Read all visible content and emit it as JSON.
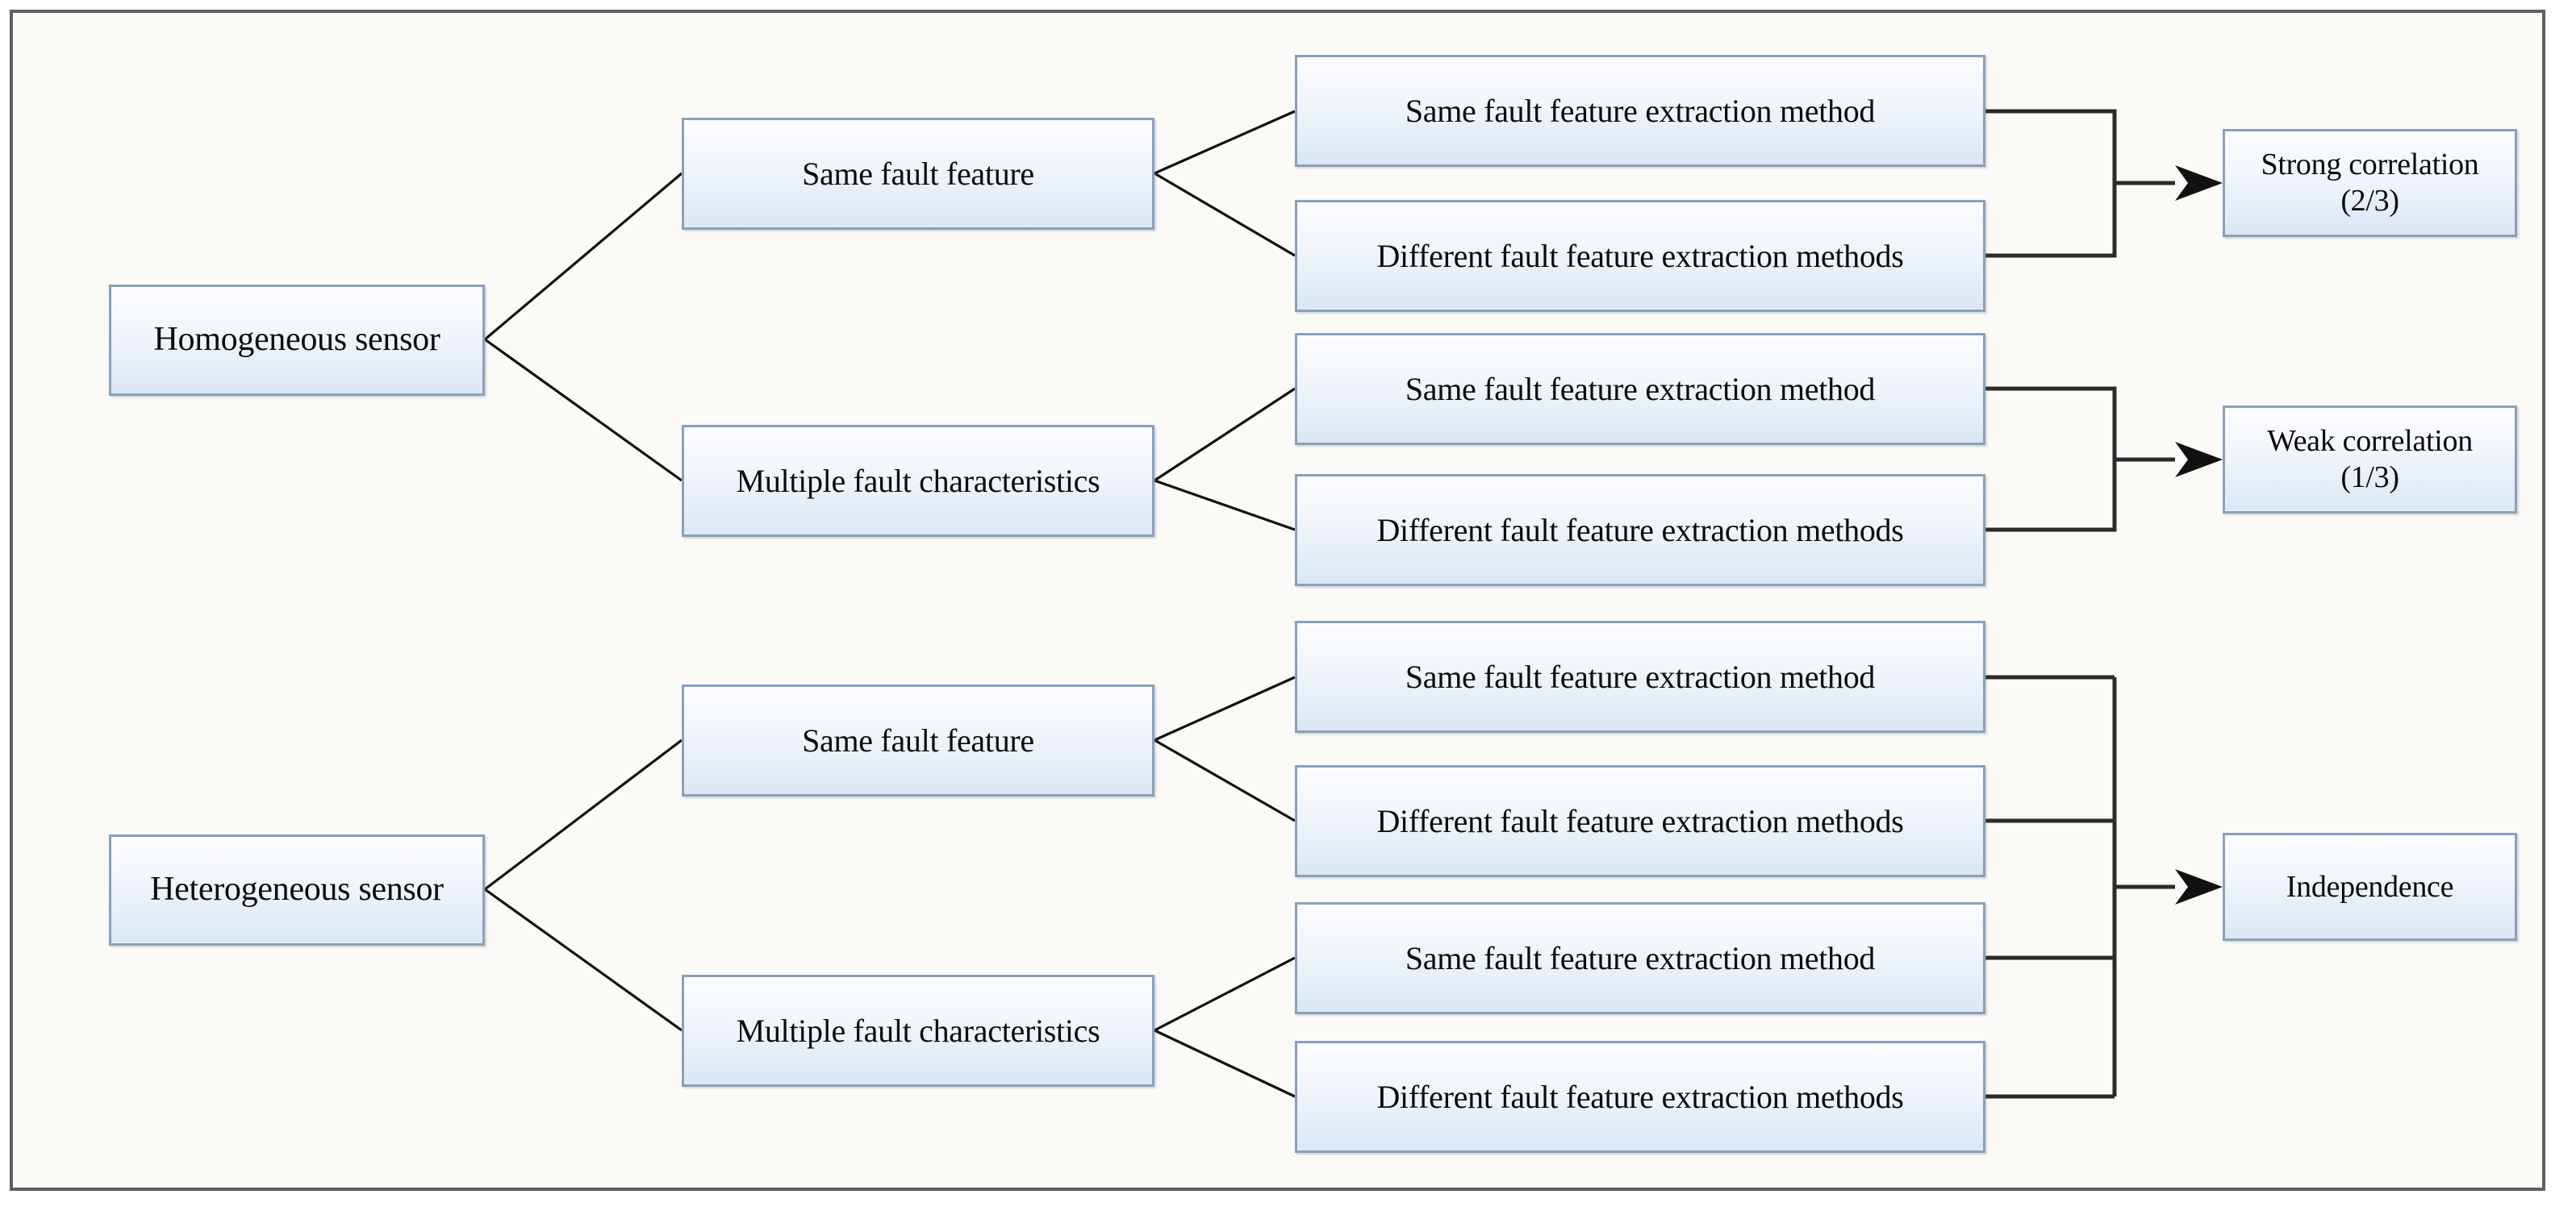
{
  "diagram": {
    "title": "Sensor fault feature correlation decision tree",
    "colors": {
      "frame_border": "#5f5f5f",
      "canvas_background": "#fbfaf6",
      "node_border": "#8aa0bb",
      "node_fill_top": "#fbfcfe",
      "node_fill_bottom": "#dce7f4",
      "connector": "#111111"
    },
    "roots": [
      {
        "id": "homogeneous",
        "label": "Homogeneous sensor"
      },
      {
        "id": "heterogeneous",
        "label": "Heterogeneous sensor"
      }
    ],
    "feature_nodes": [
      {
        "id": "homo-same",
        "label": "Same fault feature"
      },
      {
        "id": "homo-multi",
        "label": "Multiple fault characteristics"
      },
      {
        "id": "hetero-same",
        "label": "Same fault feature"
      },
      {
        "id": "hetero-multi",
        "label": "Multiple fault characteristics"
      }
    ],
    "method_nodes": [
      {
        "id": "m1",
        "label": "Same fault feature extraction method"
      },
      {
        "id": "m2",
        "label": "Different fault feature extraction methods"
      },
      {
        "id": "m3",
        "label": "Same fault feature extraction method"
      },
      {
        "id": "m4",
        "label": "Different fault feature extraction methods"
      },
      {
        "id": "m5",
        "label": "Same fault feature extraction method"
      },
      {
        "id": "m6",
        "label": "Different fault feature extraction methods"
      },
      {
        "id": "m7",
        "label": "Same fault feature extraction method"
      },
      {
        "id": "m8",
        "label": "Different fault feature extraction methods"
      }
    ],
    "outcomes": [
      {
        "id": "strong",
        "line1": "Strong correlation",
        "line2": "(2/3)"
      },
      {
        "id": "weak",
        "line1": "Weak correlation",
        "line2": "(1/3)"
      },
      {
        "id": "independence",
        "line1": "Independence",
        "line2": ""
      }
    ]
  }
}
